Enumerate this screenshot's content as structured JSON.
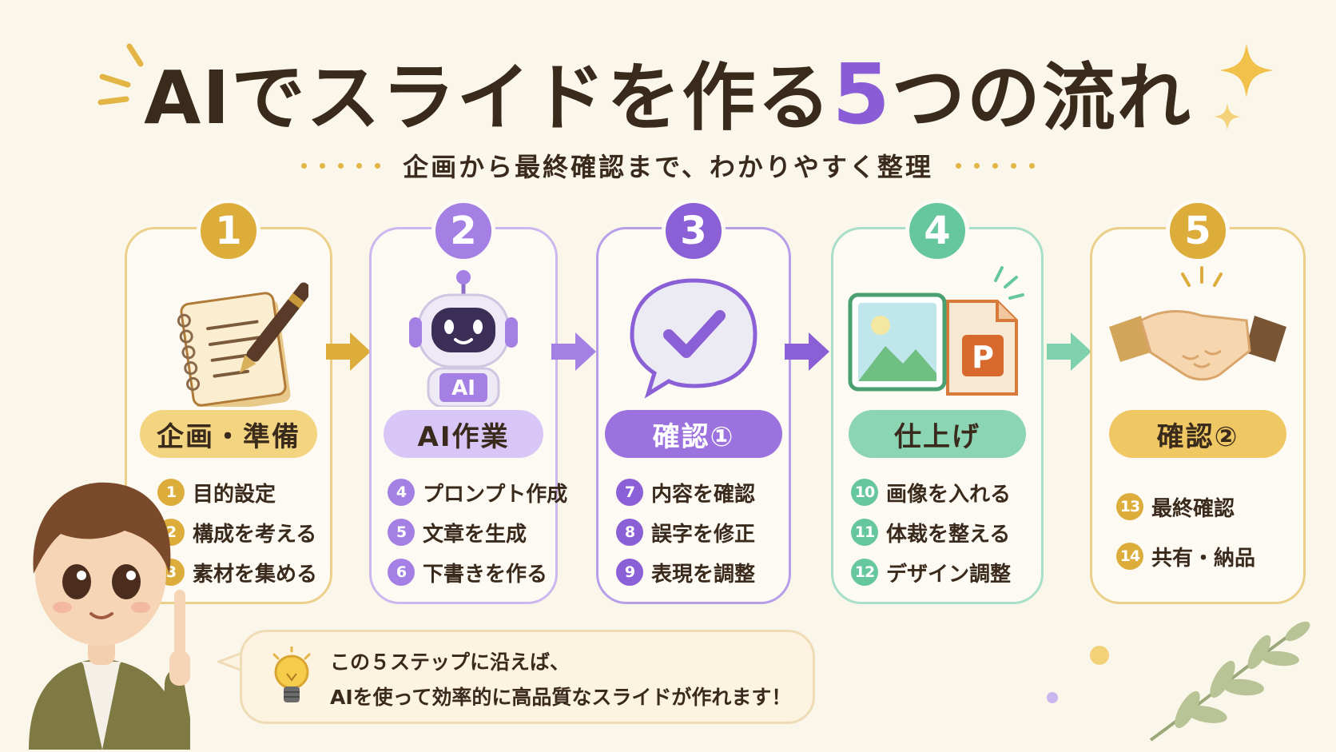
{
  "title": {
    "before": "AIでスライドを作る",
    "accent": "5",
    "after": "つの流れ"
  },
  "subtitle": "企画から最終確認まで、わかりやすく整理",
  "steps": [
    {
      "number": "1",
      "label": "企画・準備",
      "items": [
        {
          "num": "1",
          "text": "目的設定"
        },
        {
          "num": "2",
          "text": "構成を考える"
        },
        {
          "num": "3",
          "text": "素材を集める"
        }
      ]
    },
    {
      "number": "2",
      "label": "AI作業",
      "icon_text": "AI",
      "items": [
        {
          "num": "4",
          "text": "プロンプト作成"
        },
        {
          "num": "5",
          "text": "文章を生成"
        },
        {
          "num": "6",
          "text": "下書きを作る"
        }
      ]
    },
    {
      "number": "3",
      "label": "確認①",
      "items": [
        {
          "num": "7",
          "text": "内容を確認"
        },
        {
          "num": "8",
          "text": "誤字を修正"
        },
        {
          "num": "9",
          "text": "表現を調整"
        }
      ]
    },
    {
      "number": "4",
      "label": "仕上げ",
      "icon_text": "P",
      "items": [
        {
          "num": "10",
          "text": "画像を入れる"
        },
        {
          "num": "11",
          "text": "体裁を整える"
        },
        {
          "num": "12",
          "text": "デザイン調整"
        }
      ]
    },
    {
      "number": "5",
      "label": "確認②",
      "items": [
        {
          "num": "13",
          "text": "最終確認"
        },
        {
          "num": "14",
          "text": "共有・納品"
        }
      ]
    }
  ],
  "tip": {
    "line1": "この５ステップに沿えば、",
    "line2": "AIを使って効率的に高品質なスライドが作れます！"
  },
  "colors": {
    "gold": "#dcad3a",
    "lavender": "#a480e4",
    "purple": "#8b5fd6",
    "green": "#66c79f",
    "text": "#3a2a1c"
  },
  "icons": [
    "notebook-pen-icon",
    "robot-icon",
    "check-bubble-icon",
    "image-and-slide-icon",
    "handshake-icon",
    "lightbulb-icon",
    "sparkle-icon",
    "leaf-branch-icon"
  ]
}
